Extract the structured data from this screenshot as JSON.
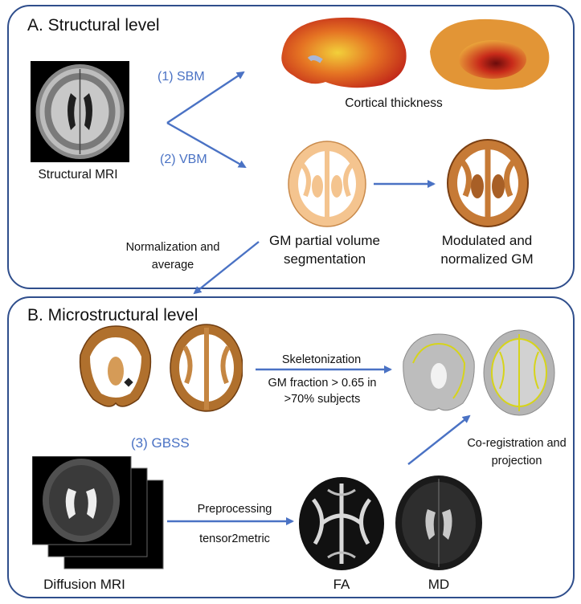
{
  "panel_a": {
    "title": "A. Structural level",
    "sbm_label": "(1) SBM",
    "vbm_label": "(2) VBM",
    "structural_mri": "Structural MRI",
    "cortical_thickness": "Cortical thickness",
    "gm_partial_volume_line1": "GM partial volume",
    "gm_partial_volume_line2": "segmentation",
    "modulated_line1": "Modulated and",
    "modulated_line2": "normalized GM",
    "normalization_line1": "Normalization and",
    "normalization_line2": "average"
  },
  "panel_b": {
    "title": "B. Microstructural level",
    "skeletonization": "Skeletonization",
    "gm_fraction_line1": "GM fraction > 0.65 in",
    "gm_fraction_line2": ">70% subjects",
    "gbss_label": "(3) GBSS",
    "coreg_line1": "Co-registration and",
    "coreg_line2": "projection",
    "preprocessing": "Preprocessing",
    "tensor2metric": "tensor2metric",
    "diffusion_mri": "Diffusion MRI",
    "fa": "FA",
    "md": "MD"
  },
  "colors": {
    "border": "#2f4e8c",
    "arrow": "#4a72c4",
    "step_label": "#4a72c4"
  }
}
